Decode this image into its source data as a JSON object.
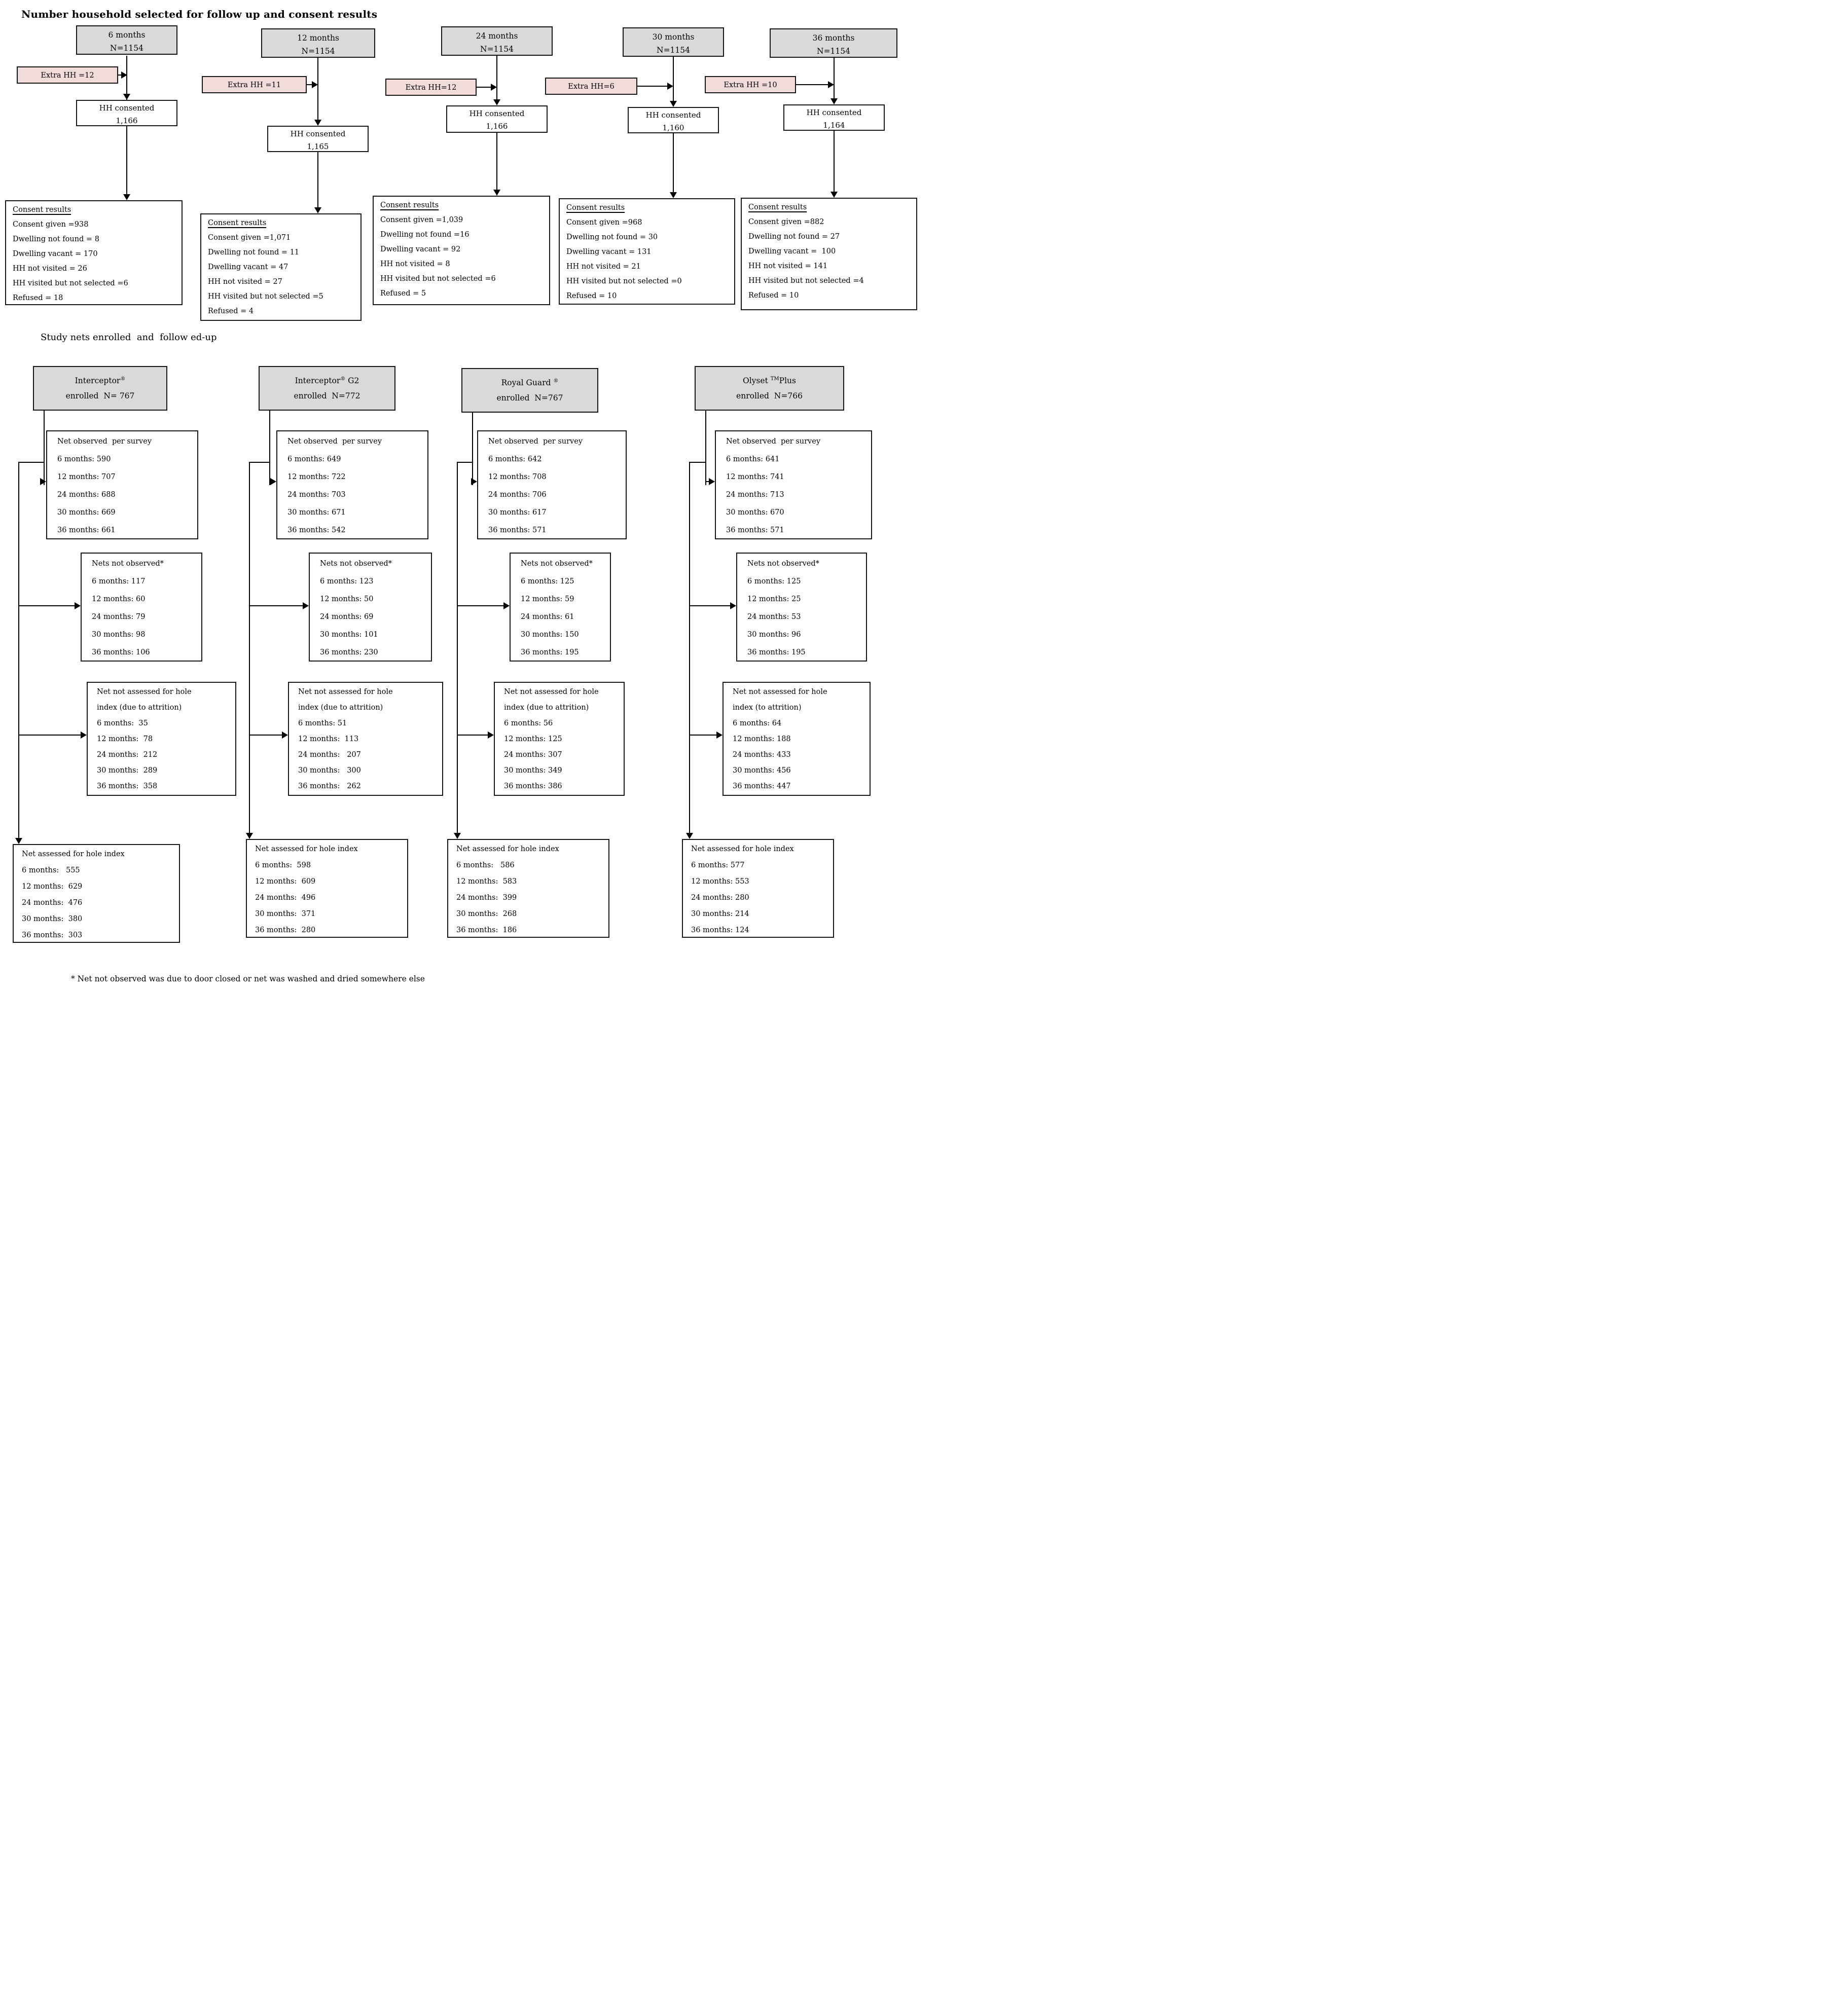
{
  "top": {
    "title": "Number household selected for follow up and consent results",
    "columns": [
      {
        "timepoint": "6 months",
        "n": "N=1154",
        "extra": "Extra HH =12",
        "consented_label": "HH consented",
        "consented_value": "1,166",
        "consent_heading": "Consent results",
        "consent_lines": [
          "Consent given =938",
          "Dwelling not found = 8",
          "Dwelling vacant = 170",
          "HH not visited = 26",
          "HH visited but not selected =6",
          "Refused = 18"
        ]
      },
      {
        "timepoint": "12 months",
        "n": "N=1154",
        "extra": "Extra HH =11",
        "consented_label": "HH consented",
        "consented_value": "1,165",
        "consent_heading": "Consent results",
        "consent_lines": [
          "Consent given =1,071",
          "Dwelling not found = 11",
          "Dwelling vacant = 47",
          "HH not visited = 27",
          "HH visited but not selected =5",
          "Refused = 4"
        ]
      },
      {
        "timepoint": "24 months",
        "n": "N=1154",
        "extra": "Extra HH=12",
        "consented_label": "HH consented",
        "consented_value": "1,166",
        "consent_heading": "Consent results",
        "consent_lines": [
          "Consent given =1,039",
          "Dwelling not found =16",
          "Dwelling vacant = 92",
          "HH not visited = 8",
          "HH visited but not selected =6",
          "Refused = 5"
        ]
      },
      {
        "timepoint": "30 months",
        "n": "N=1154",
        "extra": "Extra HH=6",
        "consented_label": "HH consented",
        "consented_value": "1,160",
        "consent_heading": "Consent results",
        "consent_lines": [
          "Consent given =968",
          "Dwelling not found = 30",
          "Dwelling vacant = 131",
          "HH not visited = 21",
          "HH visited but not selected =0",
          "Refused = 10"
        ]
      },
      {
        "timepoint": "36 months",
        "n": "N=1154",
        "extra": "Extra HH =10",
        "consented_label": "HH consented",
        "consented_value": "1,164",
        "consent_heading": "Consent results",
        "consent_lines": [
          "Consent given =882",
          "Dwelling not found = 27",
          "Dwelling vacant =  100",
          "HH not visited = 141",
          "HH visited but not selected =4",
          "Refused = 10"
        ]
      }
    ]
  },
  "bottom": {
    "title": "Study nets enrolled  and  follow ed-up",
    "footnote": "* Net not observed was due to door closed or net was washed and dried somewhere else",
    "columns": [
      {
        "brand_main": "Interceptor",
        "brand_sup": "®",
        "brand_rest": "",
        "enrolled": "enrolled  N= 767",
        "observed_title": "Net observed  per survey",
        "observed_lines": [
          "6 months: 590",
          "12 months: 707",
          "24 months: 688",
          "30 months: 669",
          "36 months: 661"
        ],
        "not_observed_title": "Nets not observed*",
        "not_observed_lines": [
          "6 months: 117",
          "12 months: 60",
          "24 months: 79",
          "30 months: 98",
          "36 months: 106"
        ],
        "not_assessed_title_1": "Net not assessed for hole",
        "not_assessed_title_2": "index (due to attrition)",
        "not_assessed_lines": [
          "6 months:  35",
          "12 months:  78",
          "24 months:  212",
          "30 months:  289",
          "36 months:  358"
        ],
        "assessed_title": "Net assessed for hole index",
        "assessed_lines": [
          "6 months:   555",
          "12 months:  629",
          "24 months:  476",
          "30 months:  380",
          "36 months:  303"
        ]
      },
      {
        "brand_main": "Interceptor",
        "brand_sup": "®",
        "brand_rest": " G2",
        "enrolled": "enrolled  N=772",
        "observed_title": "Net observed  per survey",
        "observed_lines": [
          "6 months: 649",
          "12 months: 722",
          "24 months: 703",
          "30 months: 671",
          "36 months: 542"
        ],
        "not_observed_title": "Nets not observed*",
        "not_observed_lines": [
          "6 months: 123",
          "12 months: 50",
          "24 months: 69",
          "30 months: 101",
          "36 months: 230"
        ],
        "not_assessed_title_1": "Net not assessed for hole",
        "not_assessed_title_2": "index (due to attrition)",
        "not_assessed_lines": [
          "6 months: 51",
          "12 months:  113",
          "24 months:   207",
          "30 months:   300",
          "36 months:   262"
        ],
        "assessed_title": "Net assessed for hole index",
        "assessed_lines": [
          "6 months:  598",
          "12 months:  609",
          "24 months:  496",
          "30 months:  371",
          "36 months:  280"
        ]
      },
      {
        "brand_main": "Royal Guard ",
        "brand_sup": "®",
        "brand_rest": "",
        "enrolled": "enrolled  N=767",
        "observed_title": "Net observed  per survey",
        "observed_lines": [
          "6 months: 642",
          "12 months: 708",
          "24 months: 706",
          "30 months: 617",
          "36 months: 571"
        ],
        "not_observed_title": "Nets not observed*",
        "not_observed_lines": [
          "6 months: 125",
          "12 months: 59",
          "24 months: 61",
          "30 months: 150",
          "36 months: 195"
        ],
        "not_assessed_title_1": "Net not assessed for hole",
        "not_assessed_title_2": "index (due to attrition)",
        "not_assessed_lines": [
          "6 months: 56",
          "12 months: 125",
          "24 months: 307",
          "30 months: 349",
          "36 months: 386"
        ],
        "assessed_title": "Net assessed for hole index",
        "assessed_lines": [
          "6 months:   586",
          "12 months:  583",
          "24 months:  399",
          "30 months:  268",
          "36 months:  186"
        ]
      },
      {
        "brand_main": "Olyset ",
        "brand_sup": "TM",
        "brand_rest": "Plus",
        "enrolled": "enrolled  N=766",
        "observed_title": "Net observed  per survey",
        "observed_lines": [
          "6 months: 641",
          "12 months: 741",
          "24 months: 713",
          "30 months: 670",
          "36 months: 571"
        ],
        "not_observed_title": "Nets not observed*",
        "not_observed_lines": [
          "6 months: 125",
          "12 months: 25",
          "24 months: 53",
          "30 months: 96",
          "36 months: 195"
        ],
        "not_assessed_title_1": "Net not assessed for hole",
        "not_assessed_title_2": "index (to attrition)",
        "not_assessed_lines": [
          "6 months: 64",
          "12 months: 188",
          "24 months: 433",
          "30 months: 456",
          "36 months: 447"
        ],
        "assessed_title": "Net assessed for hole index",
        "assessed_lines": [
          "6 months: 577",
          "12 months: 553",
          "24 months: 280",
          "30 months: 214",
          "36 months: 124"
        ]
      }
    ]
  }
}
